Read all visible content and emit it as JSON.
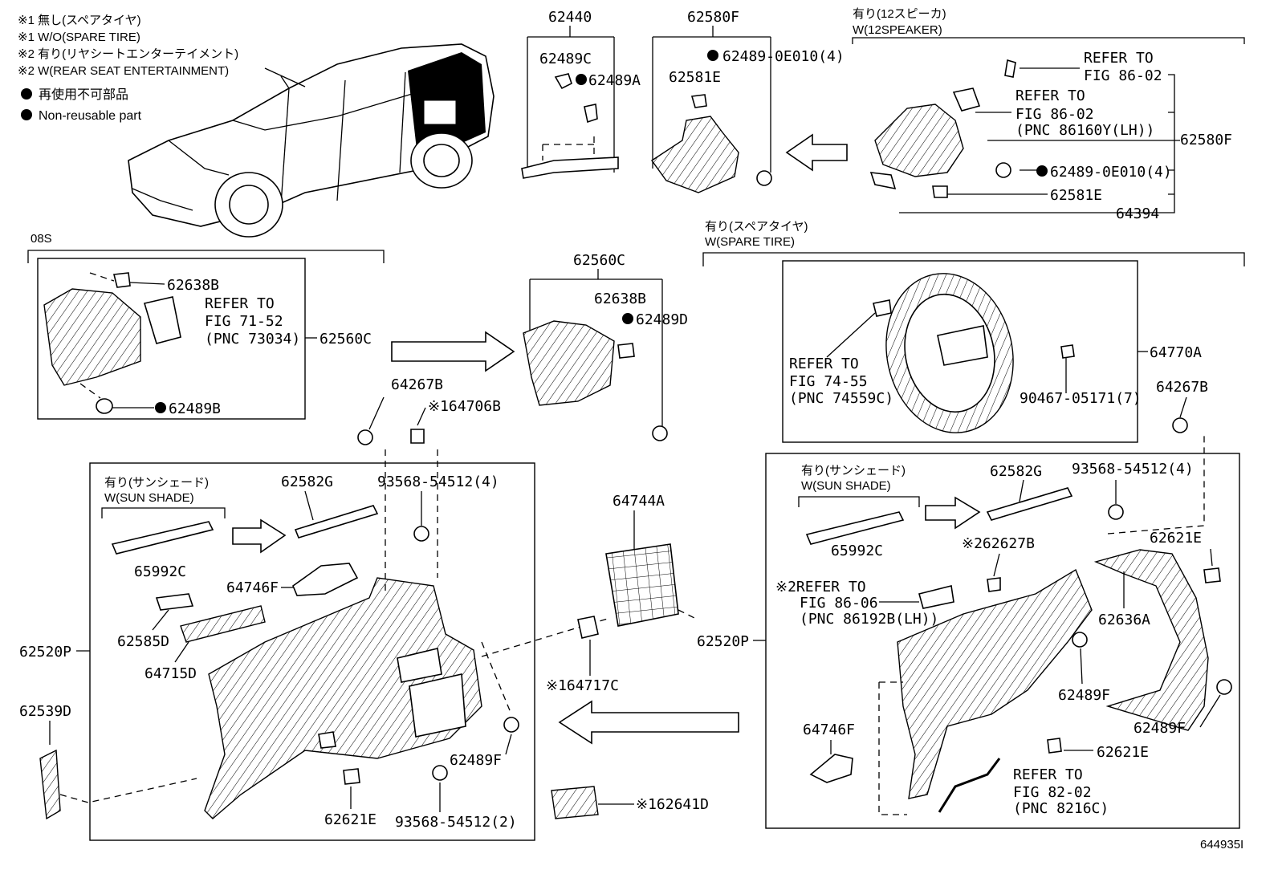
{
  "notes": {
    "n1_jp": "※1 無し(スペアタイヤ)",
    "n1_en": "※1 W/O(SPARE TIRE)",
    "n2_jp": "※2 有り(リヤシートエンターテイメント)",
    "n2_en": "※2 W(REAR SEAT ENTERTAINMENT)",
    "nonreusable_jp": "再使用不可部品",
    "nonreusable_en": "Non-reusable part"
  },
  "conditions": {
    "speaker_jp": "有り(12スピーカ)",
    "speaker_en": "W(12SPEAKER)",
    "spare_jp": "有り(スペアタイヤ)",
    "spare_en": "W(SPARE TIRE)",
    "sunshade_jp": "有り(サンシェード)",
    "sunshade_en": "W(SUN SHADE)",
    "group_08s": "08S"
  },
  "labels": {
    "p62440": "62440",
    "p62489C": "62489C",
    "p62489A": "62489A",
    "p62580F_top": "62580F",
    "p62489_0E010_a": "62489-0E010(4)",
    "p62581E_a": "62581E",
    "ref_86_02_a1": "REFER TO",
    "ref_86_02_a2": "FIG 86-02",
    "ref_86_02_b1": "REFER TO",
    "ref_86_02_b2": "FIG 86-02",
    "ref_86_02_b3": "(PNC 86160Y(LH))",
    "p62580F_right": "62580F",
    "p62489_0E010_b": "62489-0E010(4)",
    "p62581E_b": "62581E",
    "p64394": "64394",
    "p62638B_a": "62638B",
    "ref_71_52_1": "REFER TO",
    "ref_71_52_2": "FIG 71-52",
    "ref_71_52_3": "(PNC 73034)",
    "p62560C_left": "62560C",
    "p62489B": "62489B",
    "p62560C_top": "62560C",
    "p62638B_b": "62638B",
    "p62489D": "62489D",
    "ref_74_55_1": "REFER TO",
    "ref_74_55_2": "FIG 74-55",
    "ref_74_55_3": "(PNC 74559C)",
    "p90467": "90467-05171(7)",
    "p64770A": "64770A",
    "p64267B_left": "64267B",
    "p64706B": "※164706B",
    "p64267B_right": "64267B",
    "p62582G_left": "62582G",
    "p93568_4_left": "93568-54512(4)",
    "p65992C_left": "65992C",
    "p64746F_left": "64746F",
    "p62585D": "62585D",
    "p64715D": "64715D",
    "p62520P_left": "62520P",
    "p62539D": "62539D",
    "p62489F_left": "62489F",
    "p62621E_left": "62621E",
    "p93568_2": "93568-54512(2)",
    "p64744A": "64744A",
    "p64717C": "※164717C",
    "p62641D": "※162641D",
    "p62582G_right": "62582G",
    "p93568_4_right": "93568-54512(4)",
    "p65992C_right": "65992C",
    "p62627B": "※262627B",
    "ref_86_06_1": "※2REFER TO",
    "ref_86_06_2": "FIG 86-06",
    "ref_86_06_3": "(PNC 86192B(LH))",
    "p62520P_right": "62520P",
    "p62621E_r1": "62621E",
    "p62636A": "62636A",
    "p62489F_r1": "62489F",
    "p62489F_r2": "62489F",
    "p64746F_right": "64746F",
    "p62621E_r2": "62621E",
    "ref_82_02_1": "REFER TO",
    "ref_82_02_2": "FIG 82-02",
    "ref_82_02_3": "(PNC 8216C)",
    "diagram_id": "644935I"
  }
}
